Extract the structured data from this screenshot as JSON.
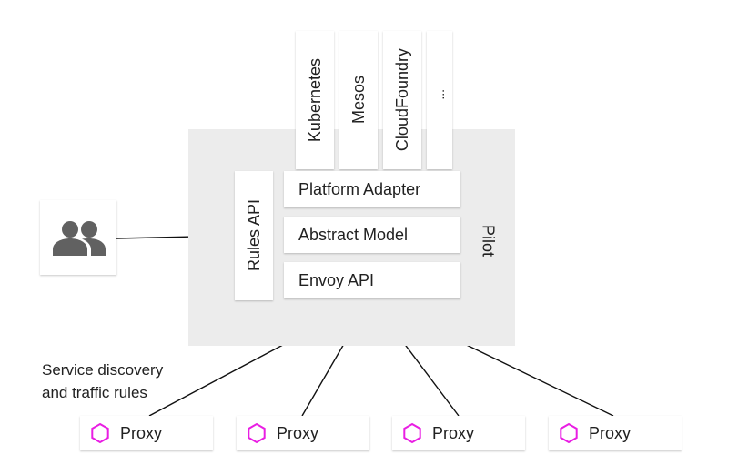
{
  "platforms": [
    "Kubernetes",
    "Mesos",
    "CloudFoundry",
    "..."
  ],
  "pilot": {
    "label": "Pilot",
    "rules_api": "Rules API",
    "platform_adapter": "Platform Adapter",
    "abstract_model": "Abstract Model",
    "envoy_api": "Envoy API"
  },
  "caption": {
    "line1": "Service discovery",
    "line2": "and traffic rules"
  },
  "proxies": [
    "Proxy",
    "Proxy",
    "Proxy",
    "Proxy"
  ],
  "icons": {
    "users": "people-icon",
    "proxy": "hexagon-icon"
  },
  "colors": {
    "panel": "#ececec",
    "hexagon": "#e91ee3",
    "users_icon": "#616161"
  }
}
